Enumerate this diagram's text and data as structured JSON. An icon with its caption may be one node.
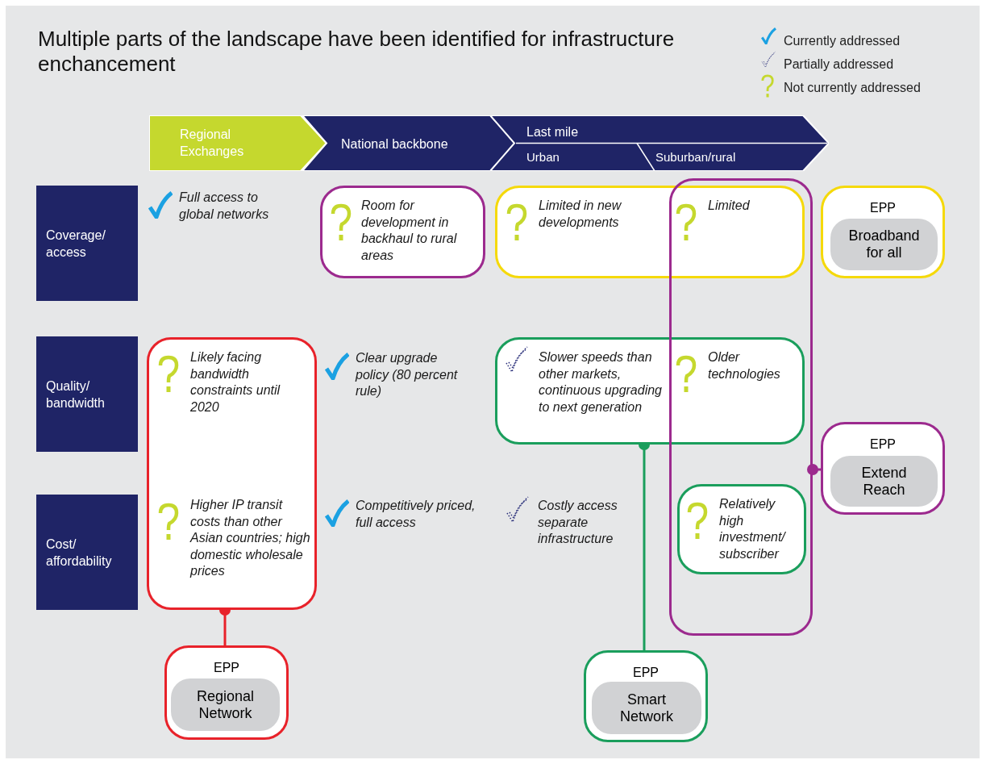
{
  "diagram": {
    "title": "Multiple parts of the landscape have been identified for infrastructure enchancement",
    "nodes": [
      {
        "text": [
          "Regional Exchanges"
        ]
      },
      {
        "text": [
          "National backbone"
        ]
      },
      {
        "text": [
          "Last mile"
        ]
      },
      {
        "text": [
          "Urban"
        ],
        "in": 2
      },
      {
        "text": [
          "Suburban/rural"
        ],
        "in": 2
      },
      {
        "text": [
          "Coverage/ access"
        ]
      },
      {
        "text": [
          "Quality/ bandwidth"
        ]
      },
      {
        "text": [
          "Cost/ affordability"
        ]
      },
      {
        "text": [
          "Room for development in backhaul to rural areas"
        ]
      },
      {
        "text": [
          "Limited in new developments",
          "Limited"
        ]
      },
      {
        "text": [
          "Likely facing bandwidth constraints until 2020",
          "Higher IP transit costs than other Asian countries; high domestic wholesale prices"
        ]
      },
      {
        "text": [
          "Slower speeds than other markets, continuous upgrading to next generation",
          "Older technologies"
        ]
      },
      {
        "text": [
          "Relatively high investment/ subscriber"
        ],
        "in": 13
      },
      {
        "text": [],
        "shape": "box"
      },
      {
        "text": [
          "EPP"
        ]
      },
      {
        "text": [
          "Broadband for all"
        ],
        "in": 14
      },
      {
        "text": [
          "EPP"
        ]
      },
      {
        "text": [
          "Extend Reach"
        ],
        "in": 16
      },
      {
        "text": [
          "EPP"
        ]
      },
      {
        "text": [
          "Regional Network"
        ],
        "in": 18
      },
      {
        "text": [
          "EPP"
        ]
      },
      {
        "text": [
          "Smart Network"
        ],
        "in": 20
      }
    ],
    "edges": [
      {
        "from": 10,
        "to": 18,
        "arrow": "other",
        "color": "#e8222a"
      },
      {
        "from": 11,
        "to": 20,
        "arrow": "other",
        "color": "#1a9e5c"
      },
      {
        "from": 13,
        "to": 16,
        "arrow": "other",
        "color": "#9c2a8e"
      }
    ],
    "labels": [
      "Full access to global networks",
      "Clear upgrade policy (80 percent rule)",
      "Competitively priced, full access",
      "Costly access separate infrastructure"
    ],
    "legend": [
      {
        "text": "Currently addressed"
      },
      {
        "text": "Partially addressed"
      },
      {
        "text": "Not currently addressed"
      }
    ]
  }
}
